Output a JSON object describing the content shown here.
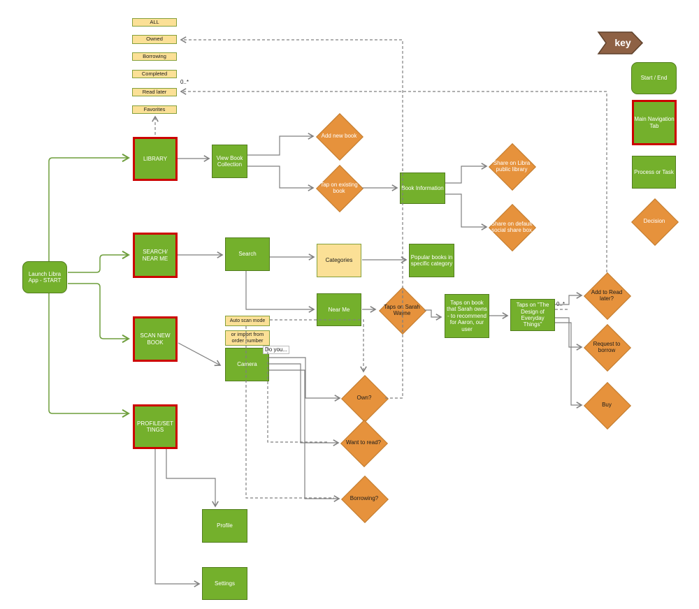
{
  "key": {
    "title": "key",
    "start_end": "Start / End",
    "main_nav": "Main Navigation Tab",
    "process": "Process or Task",
    "decision": "Decision"
  },
  "filters": {
    "all": "ALL",
    "owned": "Owned",
    "borrowing": "Borrowing",
    "completed": "Completed",
    "read_later": "Read later",
    "favorites": "Favorites"
  },
  "nodes": {
    "launch": "Launch Libra App - START",
    "library": "LIBRARY",
    "search_near_me": "SEARCH/ NEAR ME",
    "scan_new_book": "SCAN NEW BOOK",
    "profile_settings": "PROFILE/SET TINGS",
    "view_book_collection": "View Book Collection",
    "book_information": "Book Information",
    "search": "Search",
    "categories": "Categories",
    "popular_books": "Popular books in specific category",
    "near_me": "Near Me",
    "auto_scan": "Auto scan mode",
    "or_import": "or import from order number",
    "camera": "Camera",
    "taps_on_book": "Taps on book that Sarah owns - to recommend for Aaron, our user",
    "taps_tdoet": "Taps on \"The Design of Everyday Things\"",
    "profile": "Profile",
    "settings": "Settings"
  },
  "diamonds": {
    "add_new_book": "Add new book",
    "tap_existing": "Tap on existing book",
    "share_libra": "Share on Libra public library",
    "share_social": "Share on default social share box",
    "sarah": "Taps on Sarah Wayne",
    "own": "Own?",
    "want_read": "Want to read?",
    "borrowing_q": "Borrowing?",
    "add_read_later": "Add to Read later?",
    "request_borrow": "Request to borrow",
    "buy": "Buy"
  },
  "labels": {
    "do_you": "Do you...",
    "multiplicity_read_later": "0..*",
    "multiplicity_design": "0..*"
  },
  "colors": {
    "process_green": "#74b02c",
    "nav_border_red": "#cc0000",
    "decision_orange": "#e6923c",
    "filter_yellow": "#fbe096",
    "key_brown": "#8e6144",
    "connector_gray": "#7f7f7f",
    "connector_green": "#6e9e3c"
  }
}
